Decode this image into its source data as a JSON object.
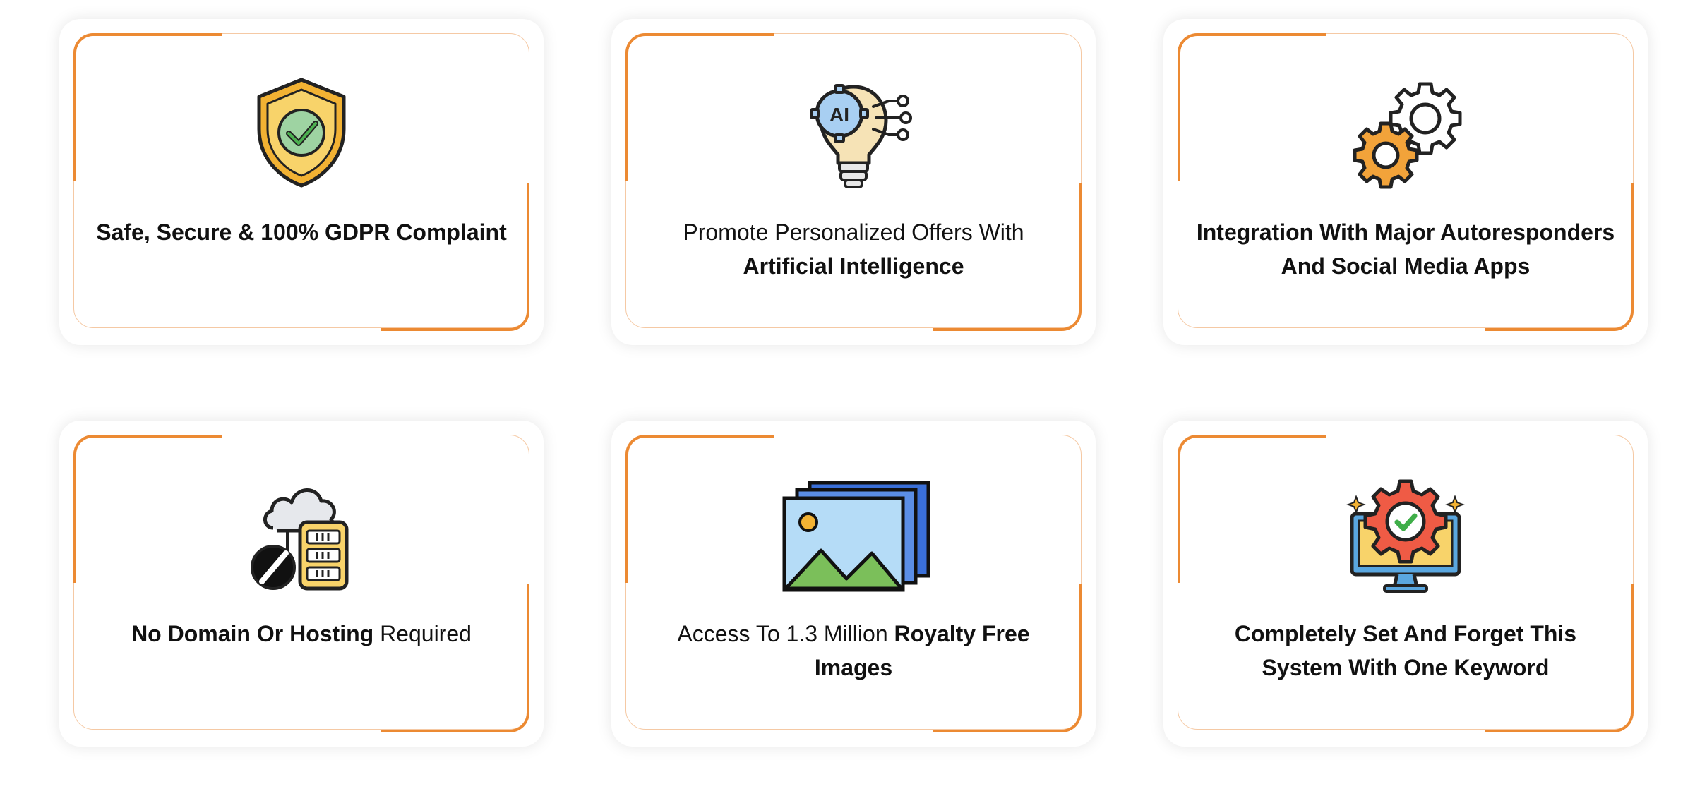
{
  "features": [
    {
      "icon": "shield-check-icon",
      "parts": [
        {
          "text": "Safe, Secure & 100% GDPR Complaint",
          "bold": true
        }
      ]
    },
    {
      "icon": "ai-lightbulb-icon",
      "icon_label": "AI",
      "parts": [
        {
          "text": "Promote Personalized Offers With",
          "bold": false
        },
        {
          "text": "Artificial Intelligence",
          "bold": true
        }
      ]
    },
    {
      "icon": "gears-icon",
      "parts": [
        {
          "text": "Integration With Major Autoresponders And Social Media Apps",
          "bold": true
        }
      ]
    },
    {
      "icon": "cloud-server-no-domain-icon",
      "parts": [
        {
          "text": "No Domain Or Hosting",
          "bold": true
        },
        {
          "text": "Required",
          "bold": false
        }
      ]
    },
    {
      "icon": "stacked-images-icon",
      "parts": [
        {
          "text": "Access To 1.3 Million",
          "bold": false
        },
        {
          "text": "Royalty Free Images",
          "bold": true
        }
      ]
    },
    {
      "icon": "monitor-gear-check-icon",
      "parts": [
        {
          "text": "Completely Set And Forget This System With One Keyword",
          "bold": true
        }
      ]
    }
  ],
  "colors": {
    "accent": "#ec8a33",
    "accent_light": "#f5c9a4",
    "text": "#111111"
  }
}
